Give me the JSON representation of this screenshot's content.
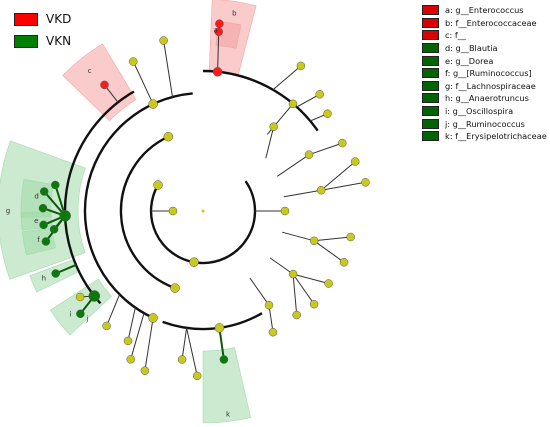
{
  "legend": {
    "groups": [
      {
        "label": "VKD",
        "color": "#ff0000"
      },
      {
        "label": "VKN",
        "color": "#008000"
      }
    ]
  },
  "taxa": [
    {
      "letter": "a",
      "label": "a: g__Enterococcus",
      "group": "VKD"
    },
    {
      "letter": "b",
      "label": "b: f__Enterococcaceae",
      "group": "VKD"
    },
    {
      "letter": "c",
      "label": "c: f__",
      "group": "VKD"
    },
    {
      "letter": "d",
      "label": "d: g__Blautia",
      "group": "VKN"
    },
    {
      "letter": "e",
      "label": "e: g__Dorea",
      "group": "VKN"
    },
    {
      "letter": "f",
      "label": "f: g__[Ruminococcus]",
      "group": "VKN"
    },
    {
      "letter": "g",
      "label": "g: f__Lachnospiraceae",
      "group": "VKN"
    },
    {
      "letter": "h",
      "label": "h: g__Anaerotruncus",
      "group": "VKN"
    },
    {
      "letter": "i",
      "label": "i: g__Oscillospira",
      "group": "VKN"
    },
    {
      "letter": "j",
      "label": "j: g__Ruminococcus",
      "group": "VKN"
    },
    {
      "letter": "k",
      "label": "k: f__Erysipelotrichaceae",
      "group": "VKN"
    }
  ],
  "colors": {
    "neutral_node": "#c8c81e",
    "vkd_shade": "#f4a0a0",
    "vkn_shade": "#a0d8a8"
  }
}
